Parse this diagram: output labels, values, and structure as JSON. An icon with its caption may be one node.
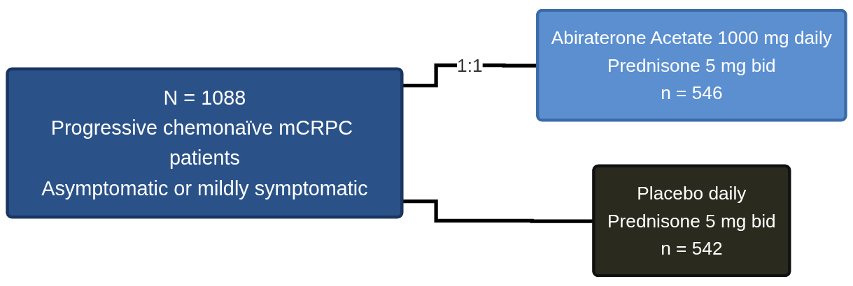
{
  "diagram": {
    "nodes": [
      {
        "text": [
          "N = 1088",
          "Progressive chemonaïve mCRPC patients",
          "Asymptomatic or mildly symptomatic"
        ]
      },
      {
        "text": [
          "Abiraterone Acetate 1000 mg daily",
          "Prednisone 5 mg bid",
          "n = 546"
        ]
      },
      {
        "text": [
          "Placebo daily",
          "Prednisone 5 mg bid",
          "n = 542"
        ]
      }
    ],
    "edges": [
      {
        "from": 0,
        "to": 1,
        "arrow": "none",
        "label": "1:1"
      },
      {
        "from": 0,
        "to": 2,
        "arrow": "none"
      }
    ]
  }
}
